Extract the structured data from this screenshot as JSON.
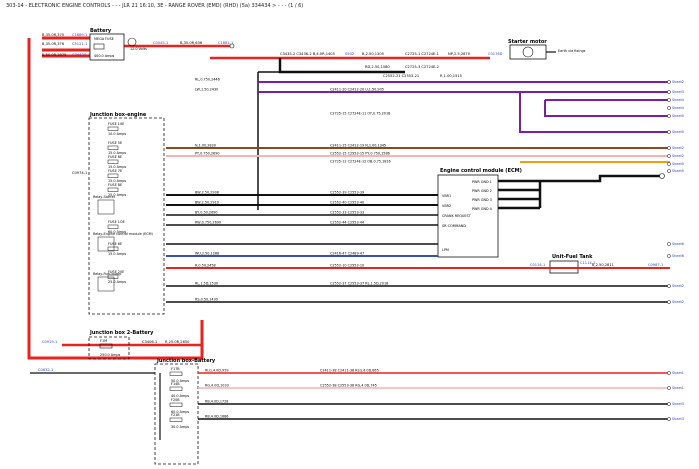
{
  "page": {
    "title": "303-14 - ELECTRONIC ENGINE CONTROLS - - - JLR 21 16:10, 3E - RANGE ROVER (EMD) (RHD) (5a) 334434 > - - - (1 / 6)"
  },
  "colors": {
    "red": "#e8231d",
    "black": "#111111",
    "purple": "#7a1fa2",
    "brown": "#8b4a1c",
    "orange": "#f39c12",
    "pink": "#f4b4b4",
    "blue": "#3650b4",
    "gray": "#aaaaaa",
    "link": "#2b3fd0"
  },
  "boxes": {
    "battery": "Battery",
    "mega_fuse": "MEGA FUSE",
    "mega_amps": "400.0 Amps",
    "battery_rating": "12.0 Volts",
    "starter_motor": "Starter motor",
    "earth": "Earth via fixings",
    "jb_engine": "Junction box-engine",
    "relay_starter": "Relay-Starter",
    "relay_ecm": "Relay-Engine control module (ECM)",
    "relay_fuel": "Relay-Fuel pump",
    "ecm": "Engine control module (ECM)",
    "fuel_tank": "Unit-Fuel Tank",
    "jb2": "Junction box 2-Battery",
    "jb2_fuse": "F1M",
    "jb2_amps": "250.0 Amps",
    "jb_battery": "Junction box-Battery"
  },
  "left_wires": [
    "B,35.0R,375",
    "B,35.0R,376",
    "B,50.0R,2875"
  ],
  "left_refs": [
    "C1889-1",
    "C5121-1",
    "C3443Q-1"
  ],
  "top_labels": {
    "w1": "B,35.0R,636",
    "c1": "C0045-1",
    "c2": "C1881-1",
    "w2": "C3435-2 C3436-2 B,4.0R,1405",
    "s1": "S902",
    "w3": "B,2.50,1305",
    "c3": "C2725-1 C2724E-1",
    "w4": "NP,2.5,2870",
    "c4": "C0176D",
    "w5": "RD,2.50,1080",
    "c5": "C2725-3 C2724E-2",
    "w6": "C2552-21 C2553-21",
    "w7": "R,1.00,1515"
  },
  "ecm_pins": [
    "VBR1",
    "VBR2",
    "CRANK REQUEST",
    "SR COMMAND",
    "LPM"
  ],
  "ecm_pwr": [
    "PWR GND 1",
    "PWR GND 2",
    "PWR GND 3",
    "PWR GND 4"
  ],
  "jb_fuses": [
    {
      "name": "FUSE 10E",
      "amps": "10.0 Amps"
    },
    {
      "name": "FUSE 5E",
      "amps": "15.0 Amps"
    },
    {
      "name": "FUSE 6E",
      "amps": "15.0 Amps"
    },
    {
      "name": "FUSE 7E",
      "amps": "15.0 Amps"
    },
    {
      "name": "FUSE 8E",
      "amps": "25.0 Amps"
    },
    {
      "name": "FUSE 1OE",
      "amps": "60.0 Amps"
    },
    {
      "name": "FUSE 6E",
      "amps": "15.0 Amps"
    },
    {
      "name": "FUSE 20E",
      "amps": "25.0 Amps"
    }
  ],
  "battery_fuses": [
    {
      "name": "F17B",
      "amps": "50.0 Amps"
    },
    {
      "name": "F14B",
      "amps": "40.0 Amps"
    },
    {
      "name": "F20B",
      "amps": "60.0 Amps"
    },
    {
      "name": "F21B",
      "amps": "30.0 Amps"
    }
  ],
  "rows": [
    {
      "left": "",
      "mid": "",
      "right": ""
    },
    {
      "left": "RL,0.750,2446",
      "mid": "",
      "right": "Sheet2"
    },
    {
      "left": "LW,1.50,2430",
      "mid": "C2411-20 C2412-20  U,1.50,905",
      "right": "Sheet3"
    },
    {
      "left": "",
      "mid": "",
      "right": "Sheet4"
    },
    {
      "left": "",
      "mid": "",
      "right": "Sheet4"
    },
    {
      "left": "",
      "mid": "C2725-15 C2724E-11  OY,0.75,2018",
      "right": "Sheet5"
    },
    {
      "left": "",
      "mid": "",
      "right": "Sheet5"
    },
    {
      "left": "N,1.00,2830",
      "mid": "C2411-15 C2412-19  N,1.00,1345",
      "right": "Sheet2"
    },
    {
      "left": "PY,0.750,2690",
      "mid": "C2552-15 C2553-15  PY,0.750,1586",
      "right": "Sheet2"
    },
    {
      "left": "",
      "mid": "C2725-12 C2724E-12  OB,0.75,1816",
      "right": "Sheet5"
    },
    {
      "left": "",
      "mid": "",
      "right": "Sheet5"
    },
    {
      "left": "",
      "mid": "",
      "right": ""
    },
    {
      "left": "BW,2.50,2908",
      "mid": "C2552-39 C2553-39",
      "right": ""
    },
    {
      "left": "BW,2.50,2919",
      "mid": "C2552-40 C2553-40",
      "right": ""
    },
    {
      "left": "BY,0.50,2690",
      "mid": "C2552-33 C2553-33",
      "right": ""
    },
    {
      "left": "RW,0.750,2690",
      "mid": "C2552-44 C2553-44",
      "right": ""
    },
    {
      "left": "",
      "mid": "",
      "right": "Sheet6"
    },
    {
      "left": "WU,2.50,1288",
      "mid": "C2416-47 C2489-47",
      "right": "Sheet6"
    },
    {
      "left": "R,0.50,2458",
      "mid": "C2552-10 C2553-10",
      "right": ""
    },
    {
      "left": "RL,1.5D,1530",
      "mid": "C2552-37 C2553-37  RL,1.5D,2018",
      "right": "Sheet2"
    },
    {
      "left": "RS,0.50,1430",
      "mid": "",
      "right": "Sheet2"
    },
    {
      "left": "RLG,4.0D,959",
      "mid": "C2411-38 C2411-38  RLG,4.0D,865",
      "right": "Sheet1"
    },
    {
      "left": "RG,4.0D,1033",
      "mid": "C2552-38 C2553-38  RG,4.0D,745",
      "right": "Sheet1"
    },
    {
      "left": "RB,4.0D,1728",
      "mid": "",
      "right": "Sheet3"
    },
    {
      "left": "RB,4.0D,1686",
      "mid": "",
      "right": "Sheet3"
    }
  ],
  "refs": {
    "c0974": "C0974-1",
    "c0919": "C0919-1",
    "c0632": "C0632-1",
    "c3406": "C3406-1",
    "w_jb2": "R,25.0R,2650",
    "c0114": "C0114-1",
    "c1114": "C1114-1",
    "w_tank": "B,2.50,2811",
    "c0987": "C0987-1"
  }
}
